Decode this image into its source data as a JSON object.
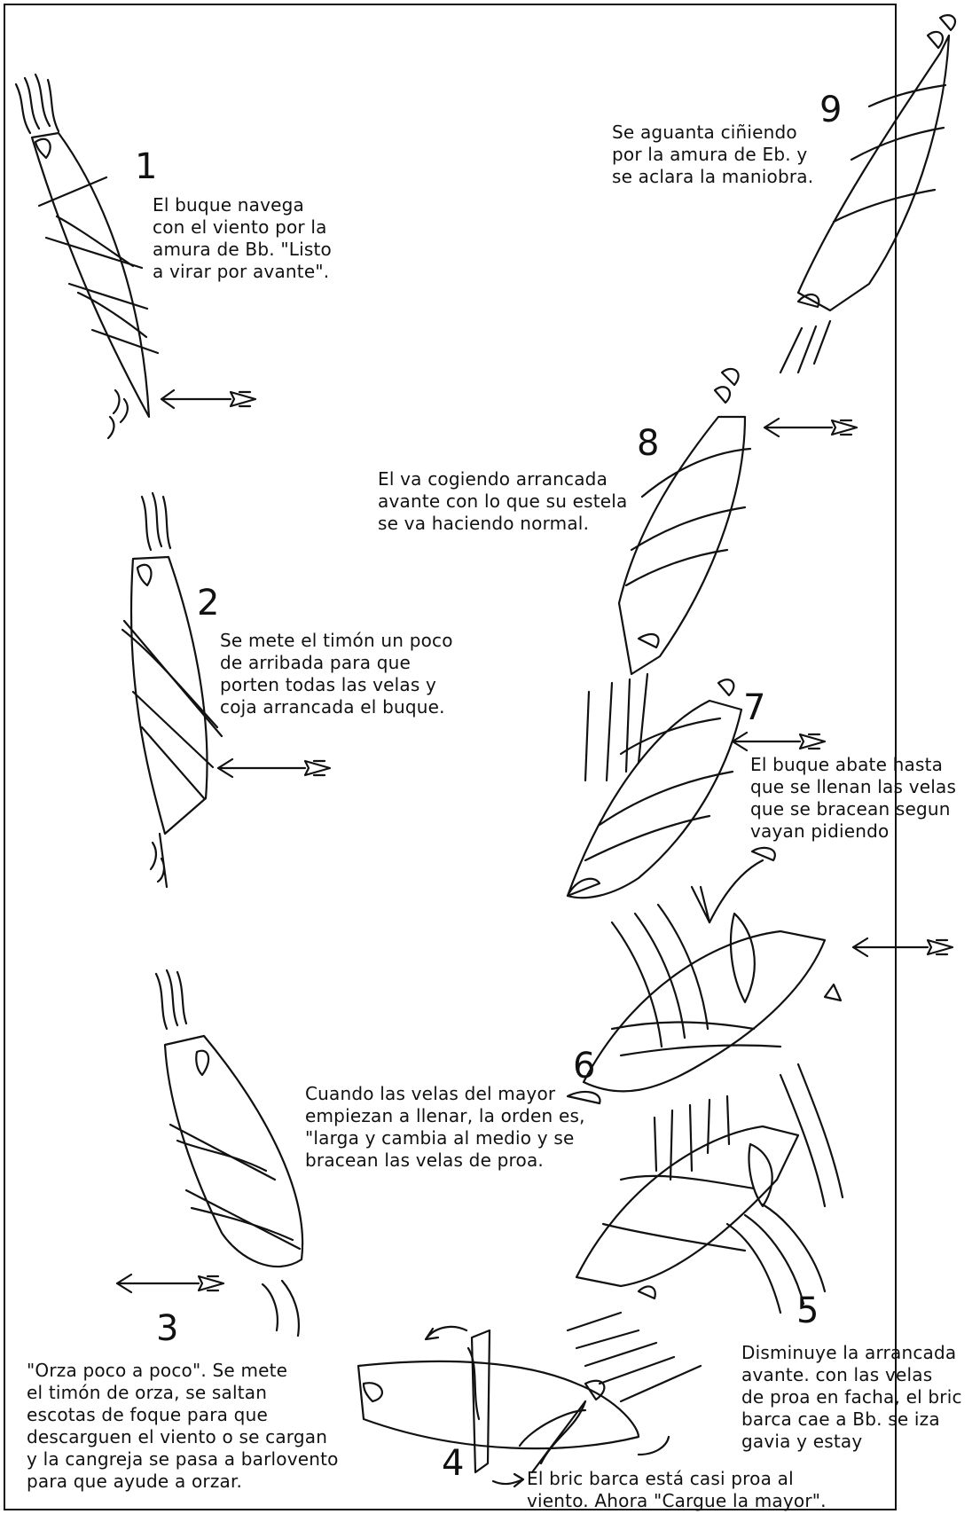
{
  "steps": [
    {
      "number": "1",
      "caption": "El buque navega\ncon el viento por la\namura de Bb. \"Listo\na virar por avante\"."
    },
    {
      "number": "2",
      "caption": "Se mete el timón un poco\nde arribada para que\nporten todas las velas y\ncoja arrancada el buque."
    },
    {
      "number": "3",
      "caption": "\"Orza poco a poco\". Se mete\nel timón de orza, se saltan\nescotas de foque para que\ndescarguen el viento o se cargan\ny la cangreja se pasa a barlovento\npara que ayude a orzar."
    },
    {
      "number": "4",
      "caption": "El bric barca está casi proa al\nviento. Ahora \"Cargue la mayor\"."
    },
    {
      "number": "5",
      "caption": "Disminuye la arrancada\navante. con las velas\nde proa en facha, el bric\nbarca cae a Bb. se iza\ngavia y estay"
    },
    {
      "number": "6",
      "caption": "Cuando las velas del mayor\nempiezan a llenar, la orden es,\n\"larga y cambia al medio y se\nbracean las velas de proa."
    },
    {
      "number": "7",
      "caption": "El buque abate hasta\nque se llenan las velas\nque se bracean segun\nvayan pidiendo"
    },
    {
      "number": "8",
      "caption": "El va cogiendo arrancada\navante con lo que su estela\nse va haciendo normal."
    },
    {
      "number": "9",
      "caption": "Se aguanta ciñiendo\npor la amura de Eb. y\nse aclara la maniobra."
    }
  ],
  "colors": {
    "ink": "#111111",
    "paper": "#ffffff"
  }
}
